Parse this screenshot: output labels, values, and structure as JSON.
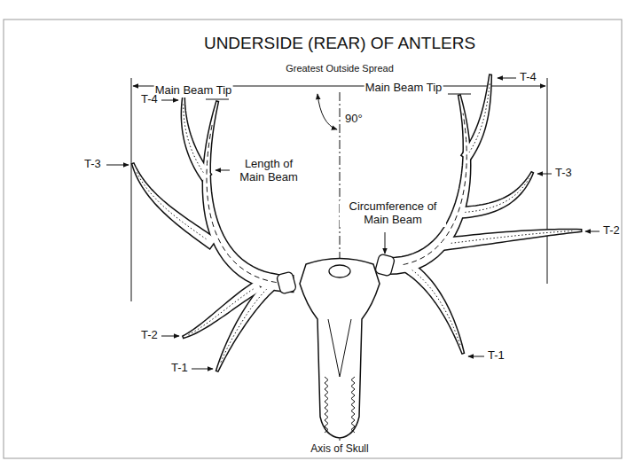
{
  "diagram": {
    "title": "UNDERSIDE (REAR) OF ANTLERS",
    "labels": [
      "Greatest Outside Spread",
      "Main Beam Tip",
      "Main Beam Tip",
      "90°",
      "Length of Main Beam",
      "Circumference of Main Beam",
      "T-1",
      "T-2",
      "T-3",
      "T-4",
      "T-4",
      "T-3",
      "T-2",
      "T-1",
      "Axis of Skull"
    ]
  }
}
